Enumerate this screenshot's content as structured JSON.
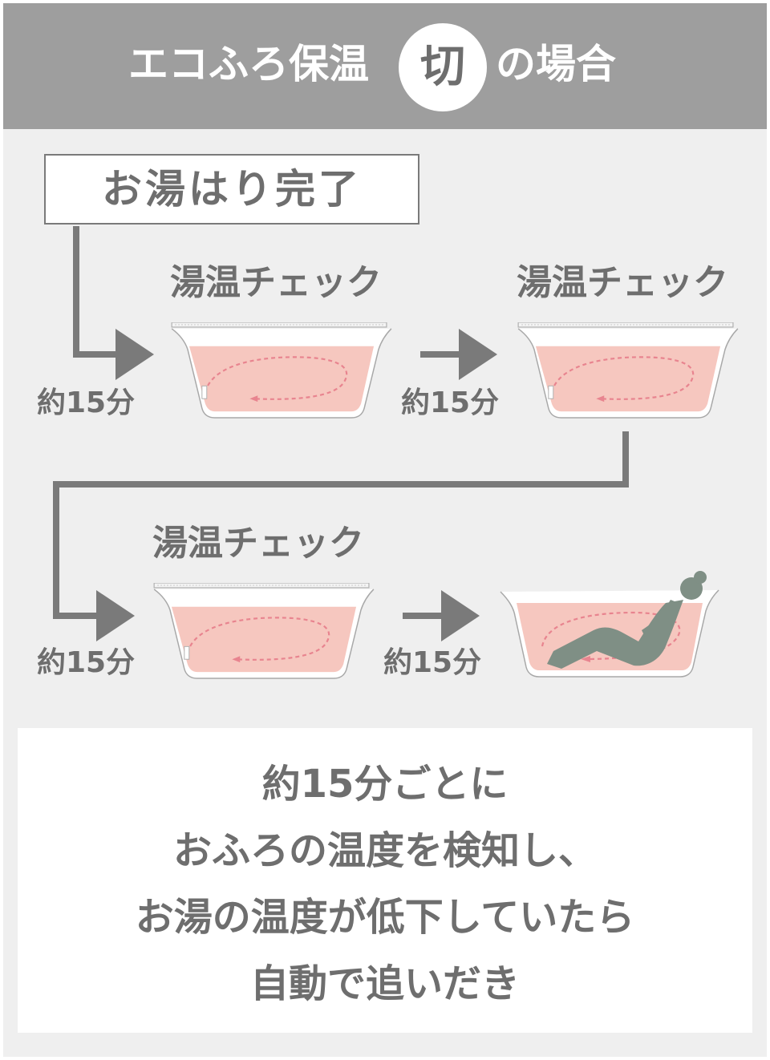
{
  "header": {
    "title_left": "エコふろ保温",
    "title_circle": "切",
    "title_right": "の場合"
  },
  "start": {
    "label": "お湯はり完了"
  },
  "checks": [
    {
      "label": "湯温チェック"
    },
    {
      "label": "湯温チェック"
    },
    {
      "label": "湯温チェック"
    }
  ],
  "intervals": [
    "約15分",
    "約15分",
    "約15分",
    "約15分"
  ],
  "description": {
    "lines": [
      "約15分ごとに",
      "おふろの温度を検知し、",
      "お湯の温度が低下していたら",
      "自動で追いだき"
    ]
  },
  "colors": {
    "header_bg": "#9e9e9e",
    "panel_bg": "#efefef",
    "text": "#6e6e6e",
    "arrow": "#7a7a7a",
    "water": "#f6c7bf",
    "circulation": "#e8848f",
    "person": "#7f8f85"
  }
}
